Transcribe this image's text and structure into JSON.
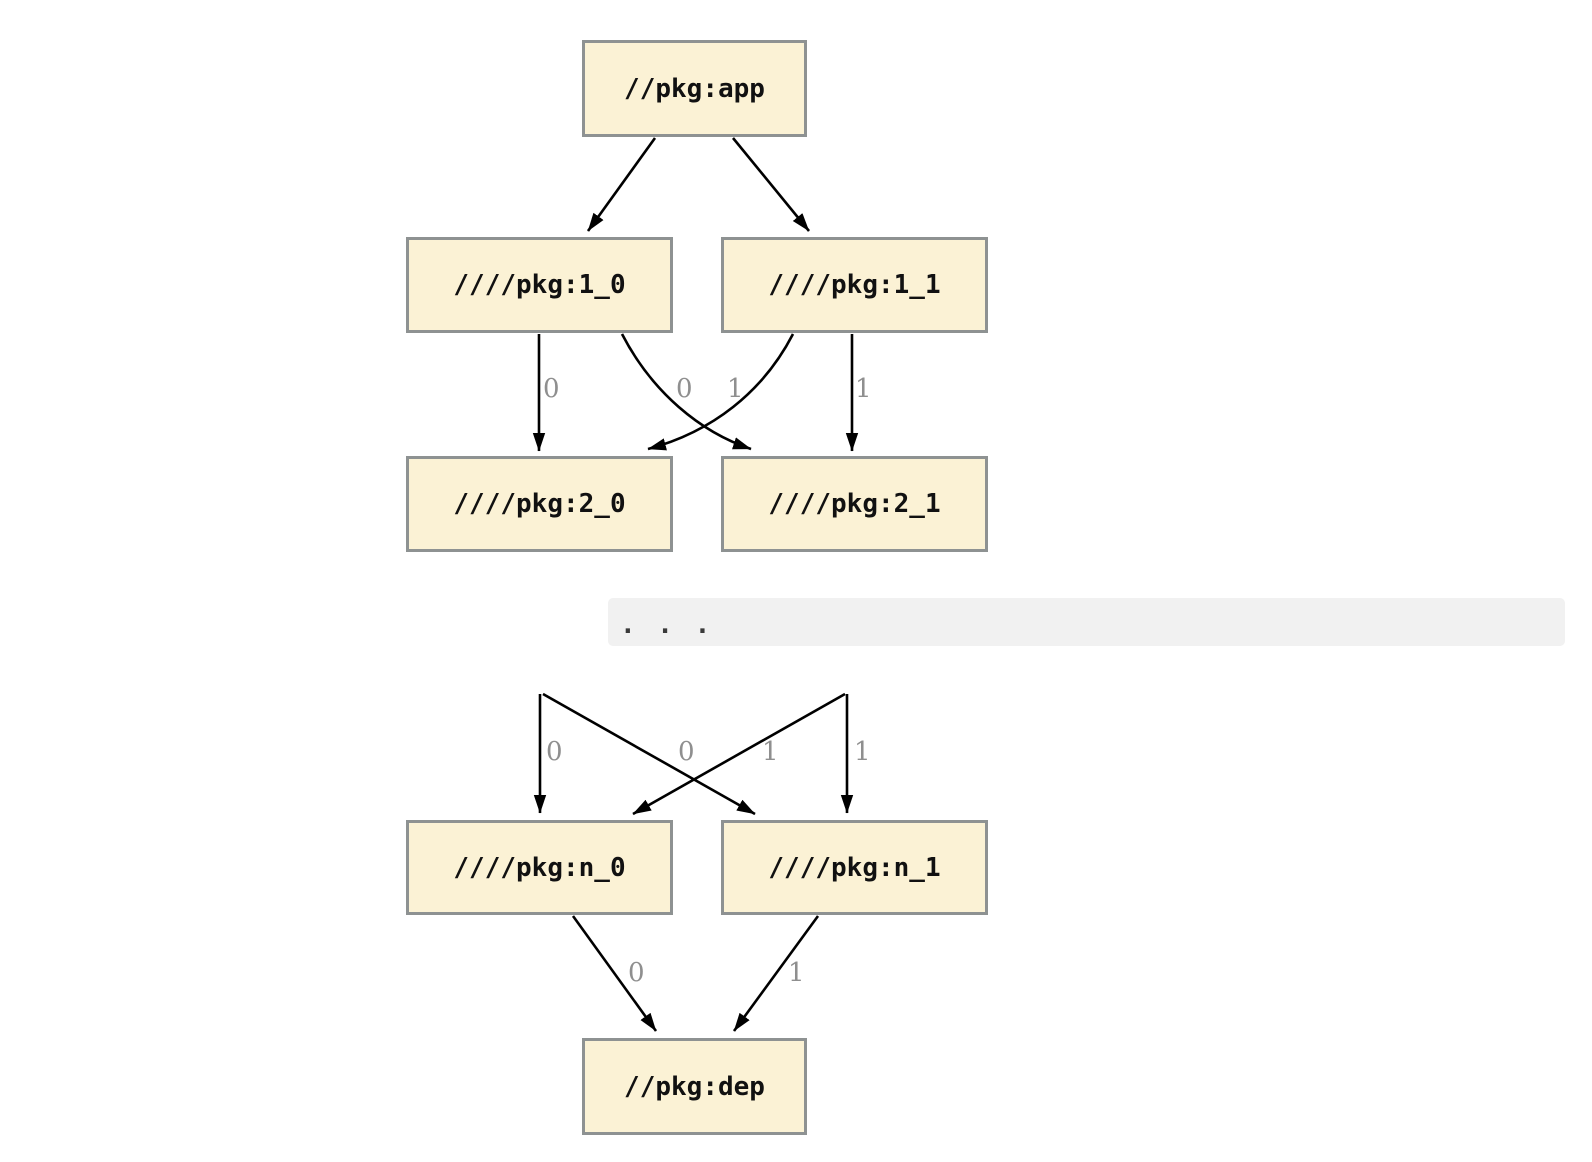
{
  "diagram": {
    "nodes": {
      "app": "//pkg:app",
      "level1_0": "////pkg:1_0",
      "level1_1": "////pkg:1_1",
      "level2_0": "////pkg:2_0",
      "level2_1": "////pkg:2_1",
      "leveln_0": "////pkg:n_0",
      "leveln_1": "////pkg:n_1",
      "dep": "//pkg:dep"
    },
    "ellipsis": ". . .",
    "edge_labels": {
      "e_1_0_to_2_0": "0",
      "e_1_1_to_2_0": "0",
      "e_1_0_to_2_1": "1",
      "e_1_1_to_2_1": "1",
      "e_mid_to_n_0": "0",
      "e_mid_cross_to_n_0": "0",
      "e_mid_cross_to_n_1": "1",
      "e_mid_to_n_1": "1",
      "e_n_0_to_dep": "0",
      "e_n_1_to_dep": "1"
    },
    "colors": {
      "node_fill": "#fbf2d5",
      "node_border": "#8e9292",
      "edge": "#000000",
      "edge_label_text": "#8f8f8f",
      "ellipsis_bar_bg": "#f1f1f1"
    }
  }
}
